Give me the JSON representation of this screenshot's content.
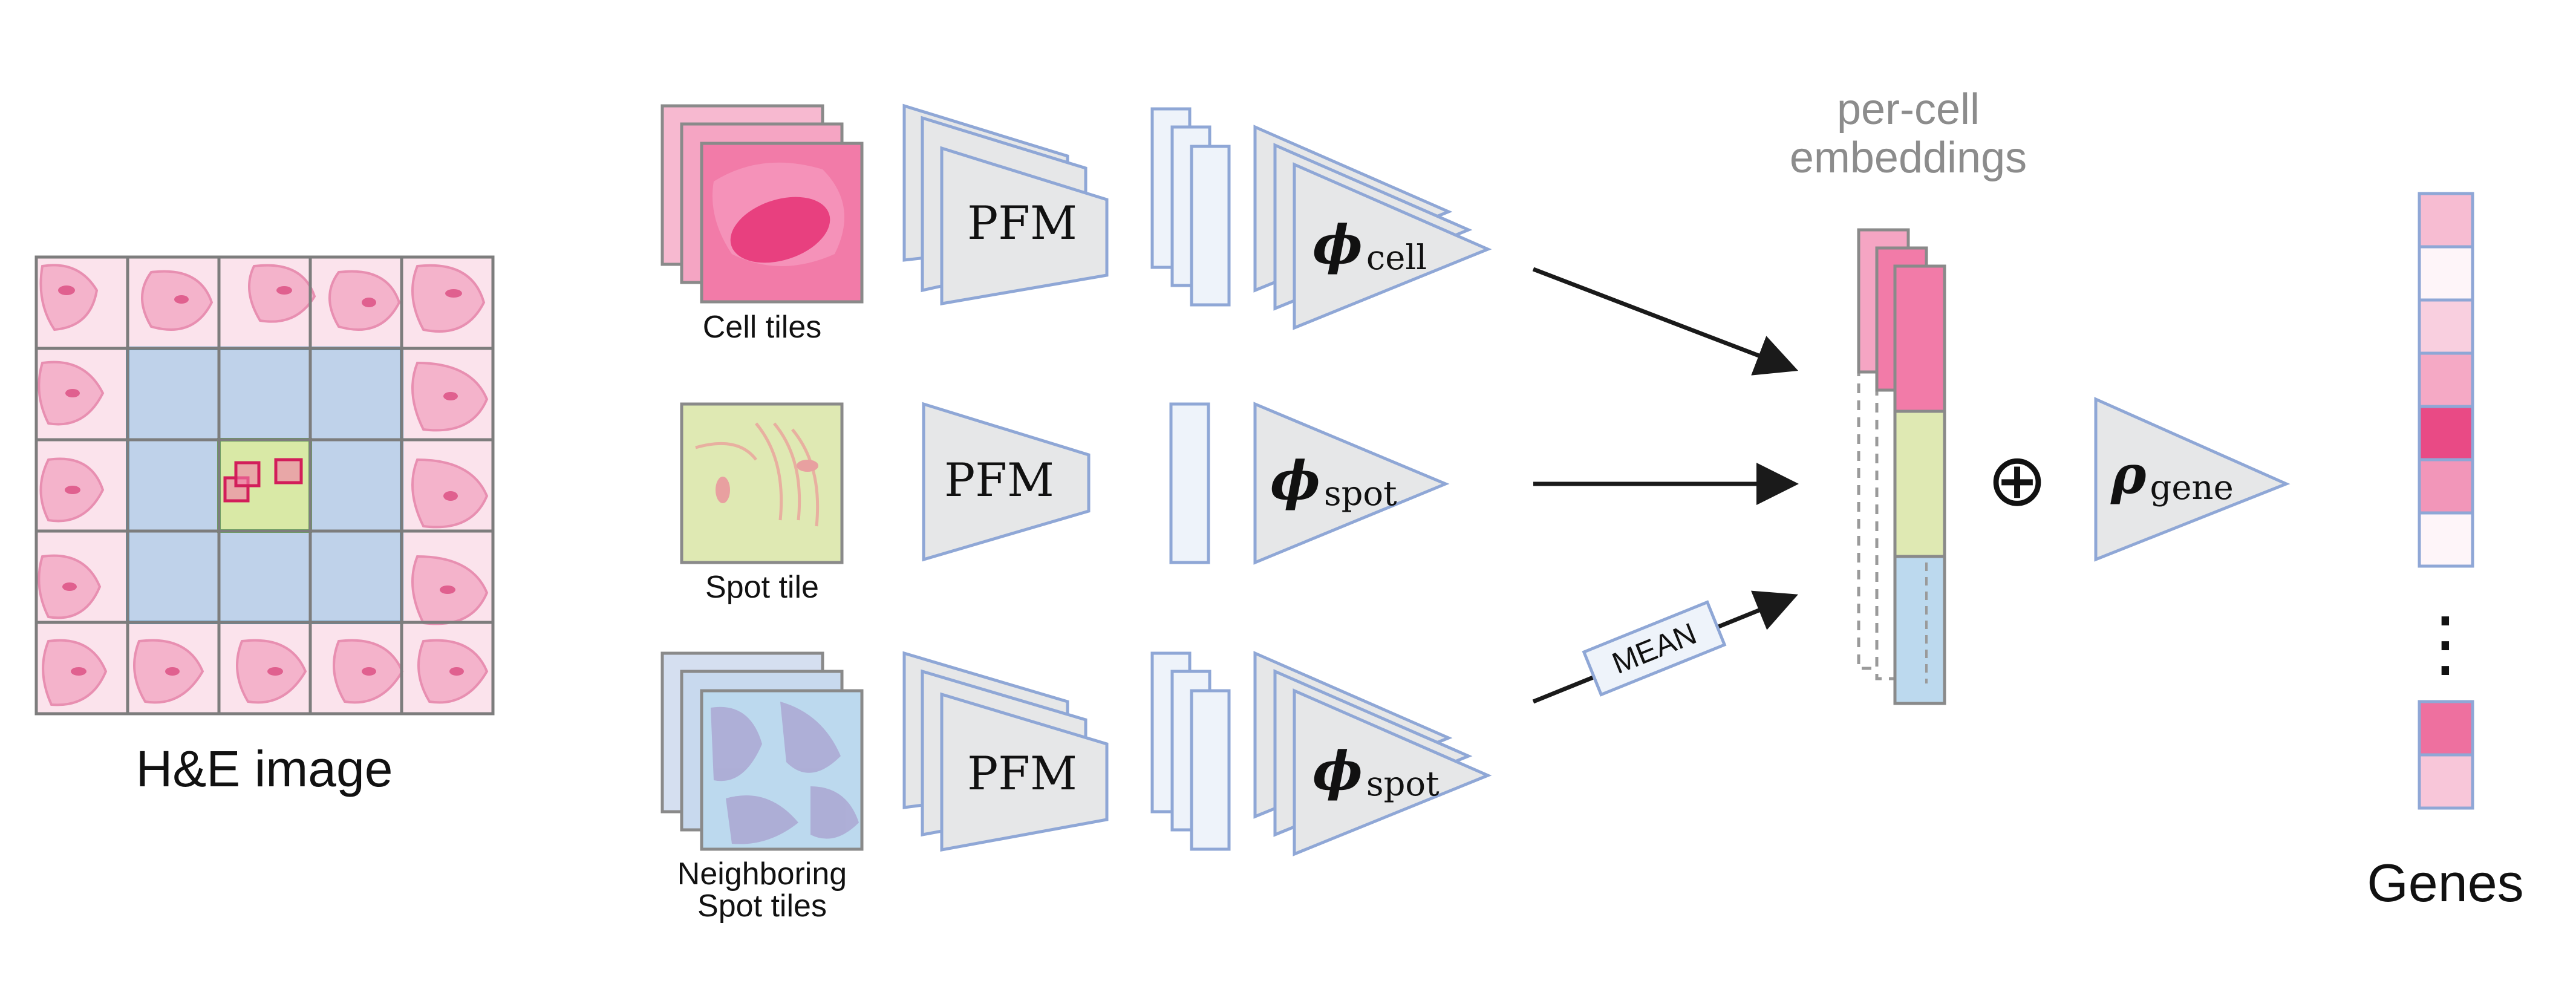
{
  "he_image": {
    "label": "H&E image"
  },
  "rows": {
    "cell": {
      "tile_label": "Cell tiles",
      "encoder_label": "PFM",
      "head_symbol": "ϕ",
      "head_sub": "cell"
    },
    "spot": {
      "tile_label": "Spot tile",
      "encoder_label": "PFM",
      "head_symbol": "ϕ",
      "head_sub": "spot"
    },
    "neighbor": {
      "tile_label_line1": "Neighboring",
      "tile_label_line2": "Spot tiles",
      "encoder_label": "PFM",
      "head_symbol": "ϕ",
      "head_sub": "spot",
      "pool_label": "MEAN"
    }
  },
  "embeddings": {
    "label_line1": "per-cell",
    "label_line2": "embeddings"
  },
  "concat_symbol": "⊕",
  "gene_head": {
    "symbol": "ρ",
    "sub": "gene"
  },
  "genes": {
    "label": "Genes",
    "ellipsis": "⋮"
  },
  "colors": {
    "cell_pink": "#f27ba8",
    "tile_pink_light": "#f7b9d0",
    "spot_green": "#dfe9b3",
    "neighbor_blue": "#bcd9ee",
    "region_blue": "#8ec4e9",
    "region_blue_stroke": "#3aa3dd",
    "region_green": "#dceb9f",
    "region_green_stroke": "#5fb84a",
    "cell_box_stroke": "#d21e5a",
    "module_fill": "#e6e7e8",
    "module_stroke": "#8fa7d6",
    "feature_fill": "#eef3fa",
    "grid_stroke": "#7d7d7d",
    "arrow": "#1a1a1a"
  },
  "gene_levels": [
    0.35,
    0.05,
    0.25,
    0.45,
    0.95,
    0.55,
    0.05,
    0.75,
    0.3
  ]
}
